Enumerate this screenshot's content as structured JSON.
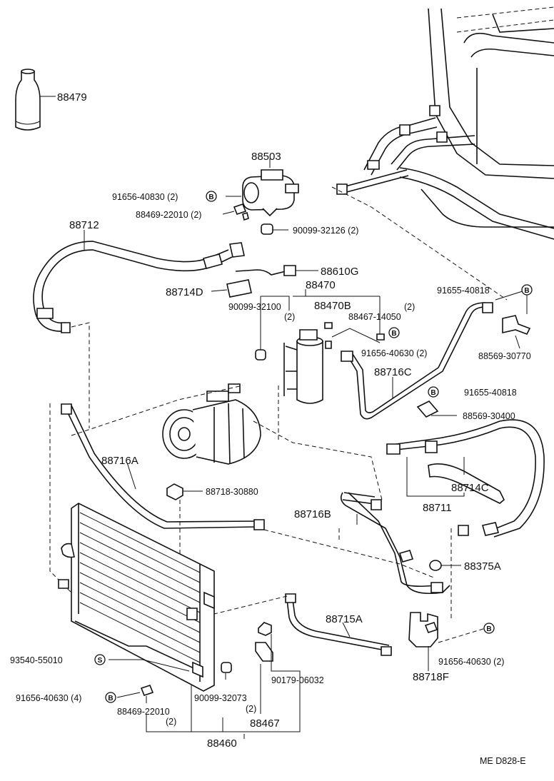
{
  "diagram": {
    "footer_code": "ME  D828-E",
    "labels": {
      "p88479": "88479",
      "p88503": "88503",
      "p91656_40830": "91656-40830 (2)",
      "p88469_22010_top": "88469-22010 (2)",
      "p90099_32126": "90099-32126 (2)",
      "p88712": "88712",
      "p88610G": "88610G",
      "p88714D": "88714D",
      "p88470": "88470",
      "p90099_32100": "90099-32100",
      "p90099_32100_qty": "(2)",
      "p88470B": "88470B",
      "p88467_14050_qty": "(2)",
      "p88467_14050": "88467-14050",
      "p91655_40818_top": "91655-40818",
      "p91656_40630_mid": "91656-40630 (2)",
      "p88716C": "88716C",
      "p88569_30770": "88569-30770",
      "p91655_40818_mid": "91655-40818",
      "p88569_30400": "88569-30400",
      "p88716A": "88716A",
      "p88718_30880": "88718-30880",
      "p88714C": "88714C",
      "p88711": "88711",
      "p88716B": "88716B",
      "p88375A": "88375A",
      "p88715A": "88715A",
      "p93540_55010": "93540-55010",
      "p91656_40630_right": "91656-40630 (2)",
      "p88718F": "88718F",
      "p90179_06032": "90179-06032",
      "p91656_40630_left": "91656-40630 (4)",
      "p88469_22010_bot": "88469-22010",
      "p88469_22010_bot_qty": "(2)",
      "p90099_32073": "90099-32073",
      "p90099_32073_qty": "(2)",
      "p88467": "88467",
      "p88460": "88460"
    },
    "badges": {
      "b": "B",
      "s": "S"
    }
  }
}
